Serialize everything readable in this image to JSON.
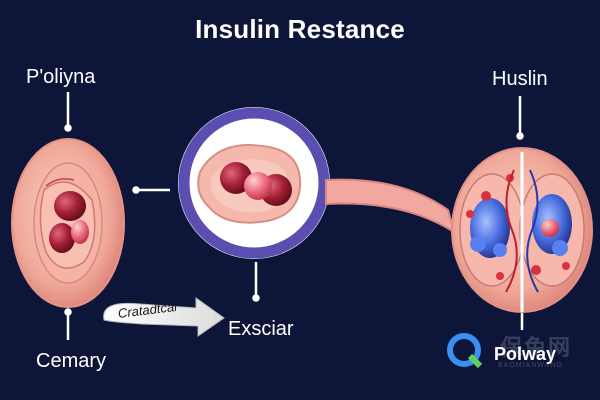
{
  "diagram": {
    "title": "Insulin Restance",
    "labels": {
      "top_left": "P'oliyna",
      "top_right": "Huslin",
      "bottom_left": "Cemary",
      "arrow_text": "Cratadtcal",
      "bottom_center": "Exsciar",
      "bottom_right": "Polway"
    },
    "watermark": {
      "main": "保免网",
      "sub": "BAOMIANWANG"
    },
    "colors": {
      "background": "#0d1538",
      "ring": "#5a4fb0",
      "tissue_pink": "#f2a8a0",
      "cell_red": "#a8283a",
      "cell_blue": "#3a5fd0"
    }
  }
}
